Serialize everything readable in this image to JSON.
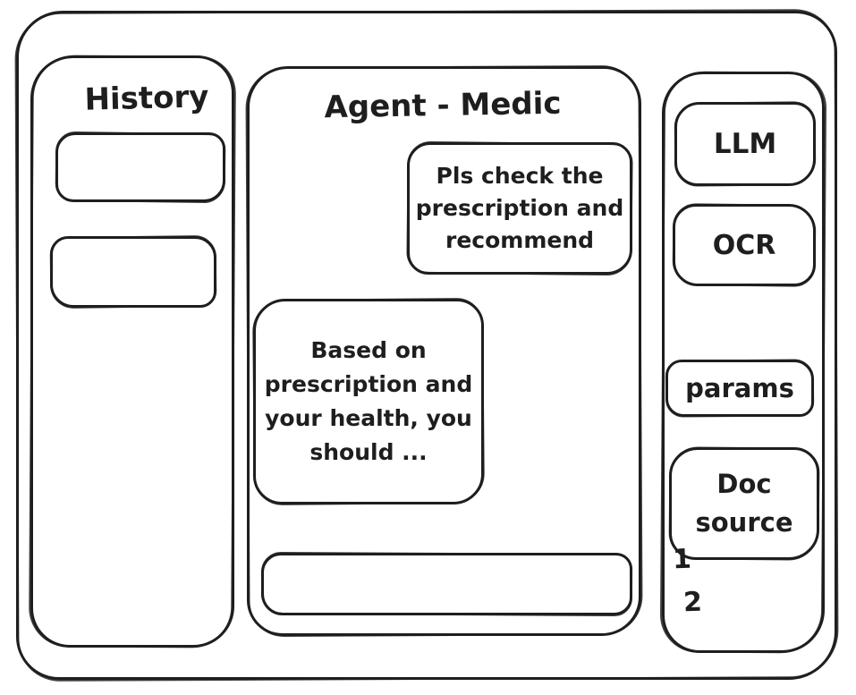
{
  "canvas": {
    "background": "#ffffff",
    "stroke_color": "#1e1e1e",
    "style": "hand-drawn wireframe"
  },
  "history_panel": {
    "title": "History",
    "items": [
      {
        "label": ""
      },
      {
        "label": ""
      }
    ]
  },
  "chat_panel": {
    "title": "Agent - Medic",
    "messages": [
      {
        "role": "user",
        "align": "right",
        "text": "Pls check the\nprescription\nand recommend"
      },
      {
        "role": "assistant",
        "align": "left",
        "text": "Based on\nprescription\nand your\nhealth, you\nshould ..."
      }
    ],
    "input": {
      "value": "",
      "placeholder": ""
    }
  },
  "tools_panel": {
    "buttons": [
      {
        "id": "llm",
        "label": "LLM"
      },
      {
        "id": "ocr",
        "label": "OCR"
      },
      {
        "id": "params",
        "label": "params"
      },
      {
        "id": "doc-source",
        "label": "Doc\nsource"
      }
    ],
    "doc_source_list": [
      {
        "label": "1"
      },
      {
        "label": "2"
      }
    ]
  }
}
